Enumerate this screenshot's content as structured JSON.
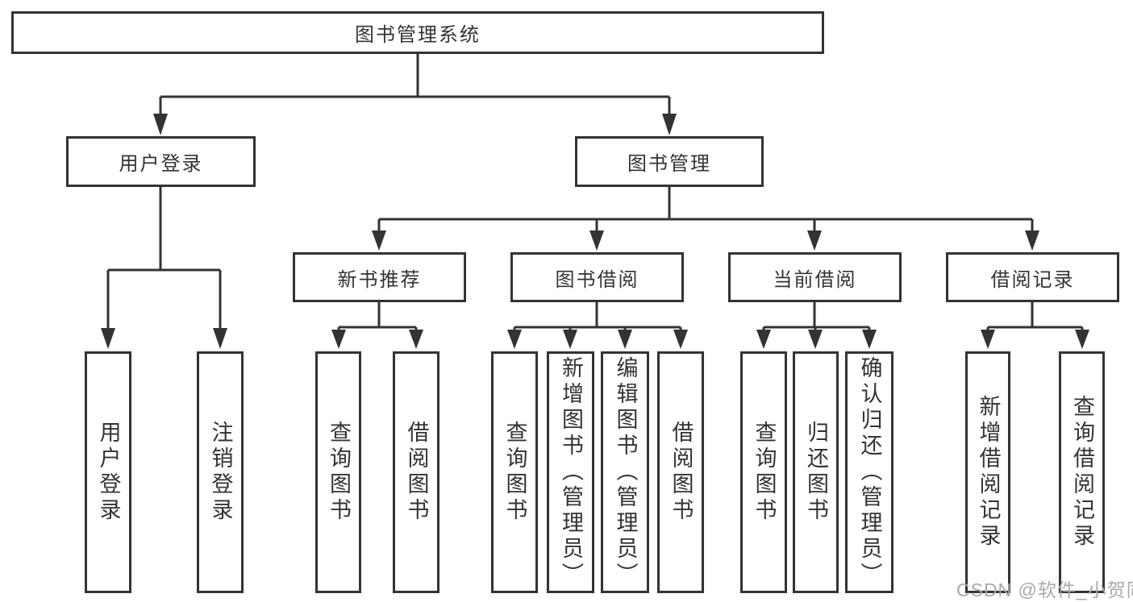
{
  "tree": {
    "label": "图书管理系统",
    "children": [
      {
        "label": "用户登录",
        "children": [
          {
            "label": "用户登录"
          },
          {
            "label": "注销登录"
          }
        ]
      },
      {
        "label": "图书管理",
        "children": [
          {
            "label": "新书推荐",
            "children": [
              {
                "label": "查询图书"
              },
              {
                "label": "借阅图书"
              }
            ]
          },
          {
            "label": "图书借阅",
            "children": [
              {
                "label": "查询图书"
              },
              {
                "label": "新增图书（管理员）"
              },
              {
                "label": "编辑图书（管理员）"
              },
              {
                "label": "借阅图书"
              }
            ]
          },
          {
            "label": "当前借阅",
            "children": [
              {
                "label": "查询图书"
              },
              {
                "label": "归还图书"
              },
              {
                "label": "确认归还（管理员）"
              }
            ]
          },
          {
            "label": "借阅记录",
            "children": [
              {
                "label": "新增借阅记录"
              },
              {
                "label": "查询借阅记录"
              }
            ]
          }
        ]
      }
    ]
  },
  "colors": {
    "line": "#333333",
    "text": "#333333",
    "watermark": "#aaaaaa",
    "background": "#ffffff"
  },
  "watermark": {
    "text": "CSDN @软件_小贺同学"
  }
}
